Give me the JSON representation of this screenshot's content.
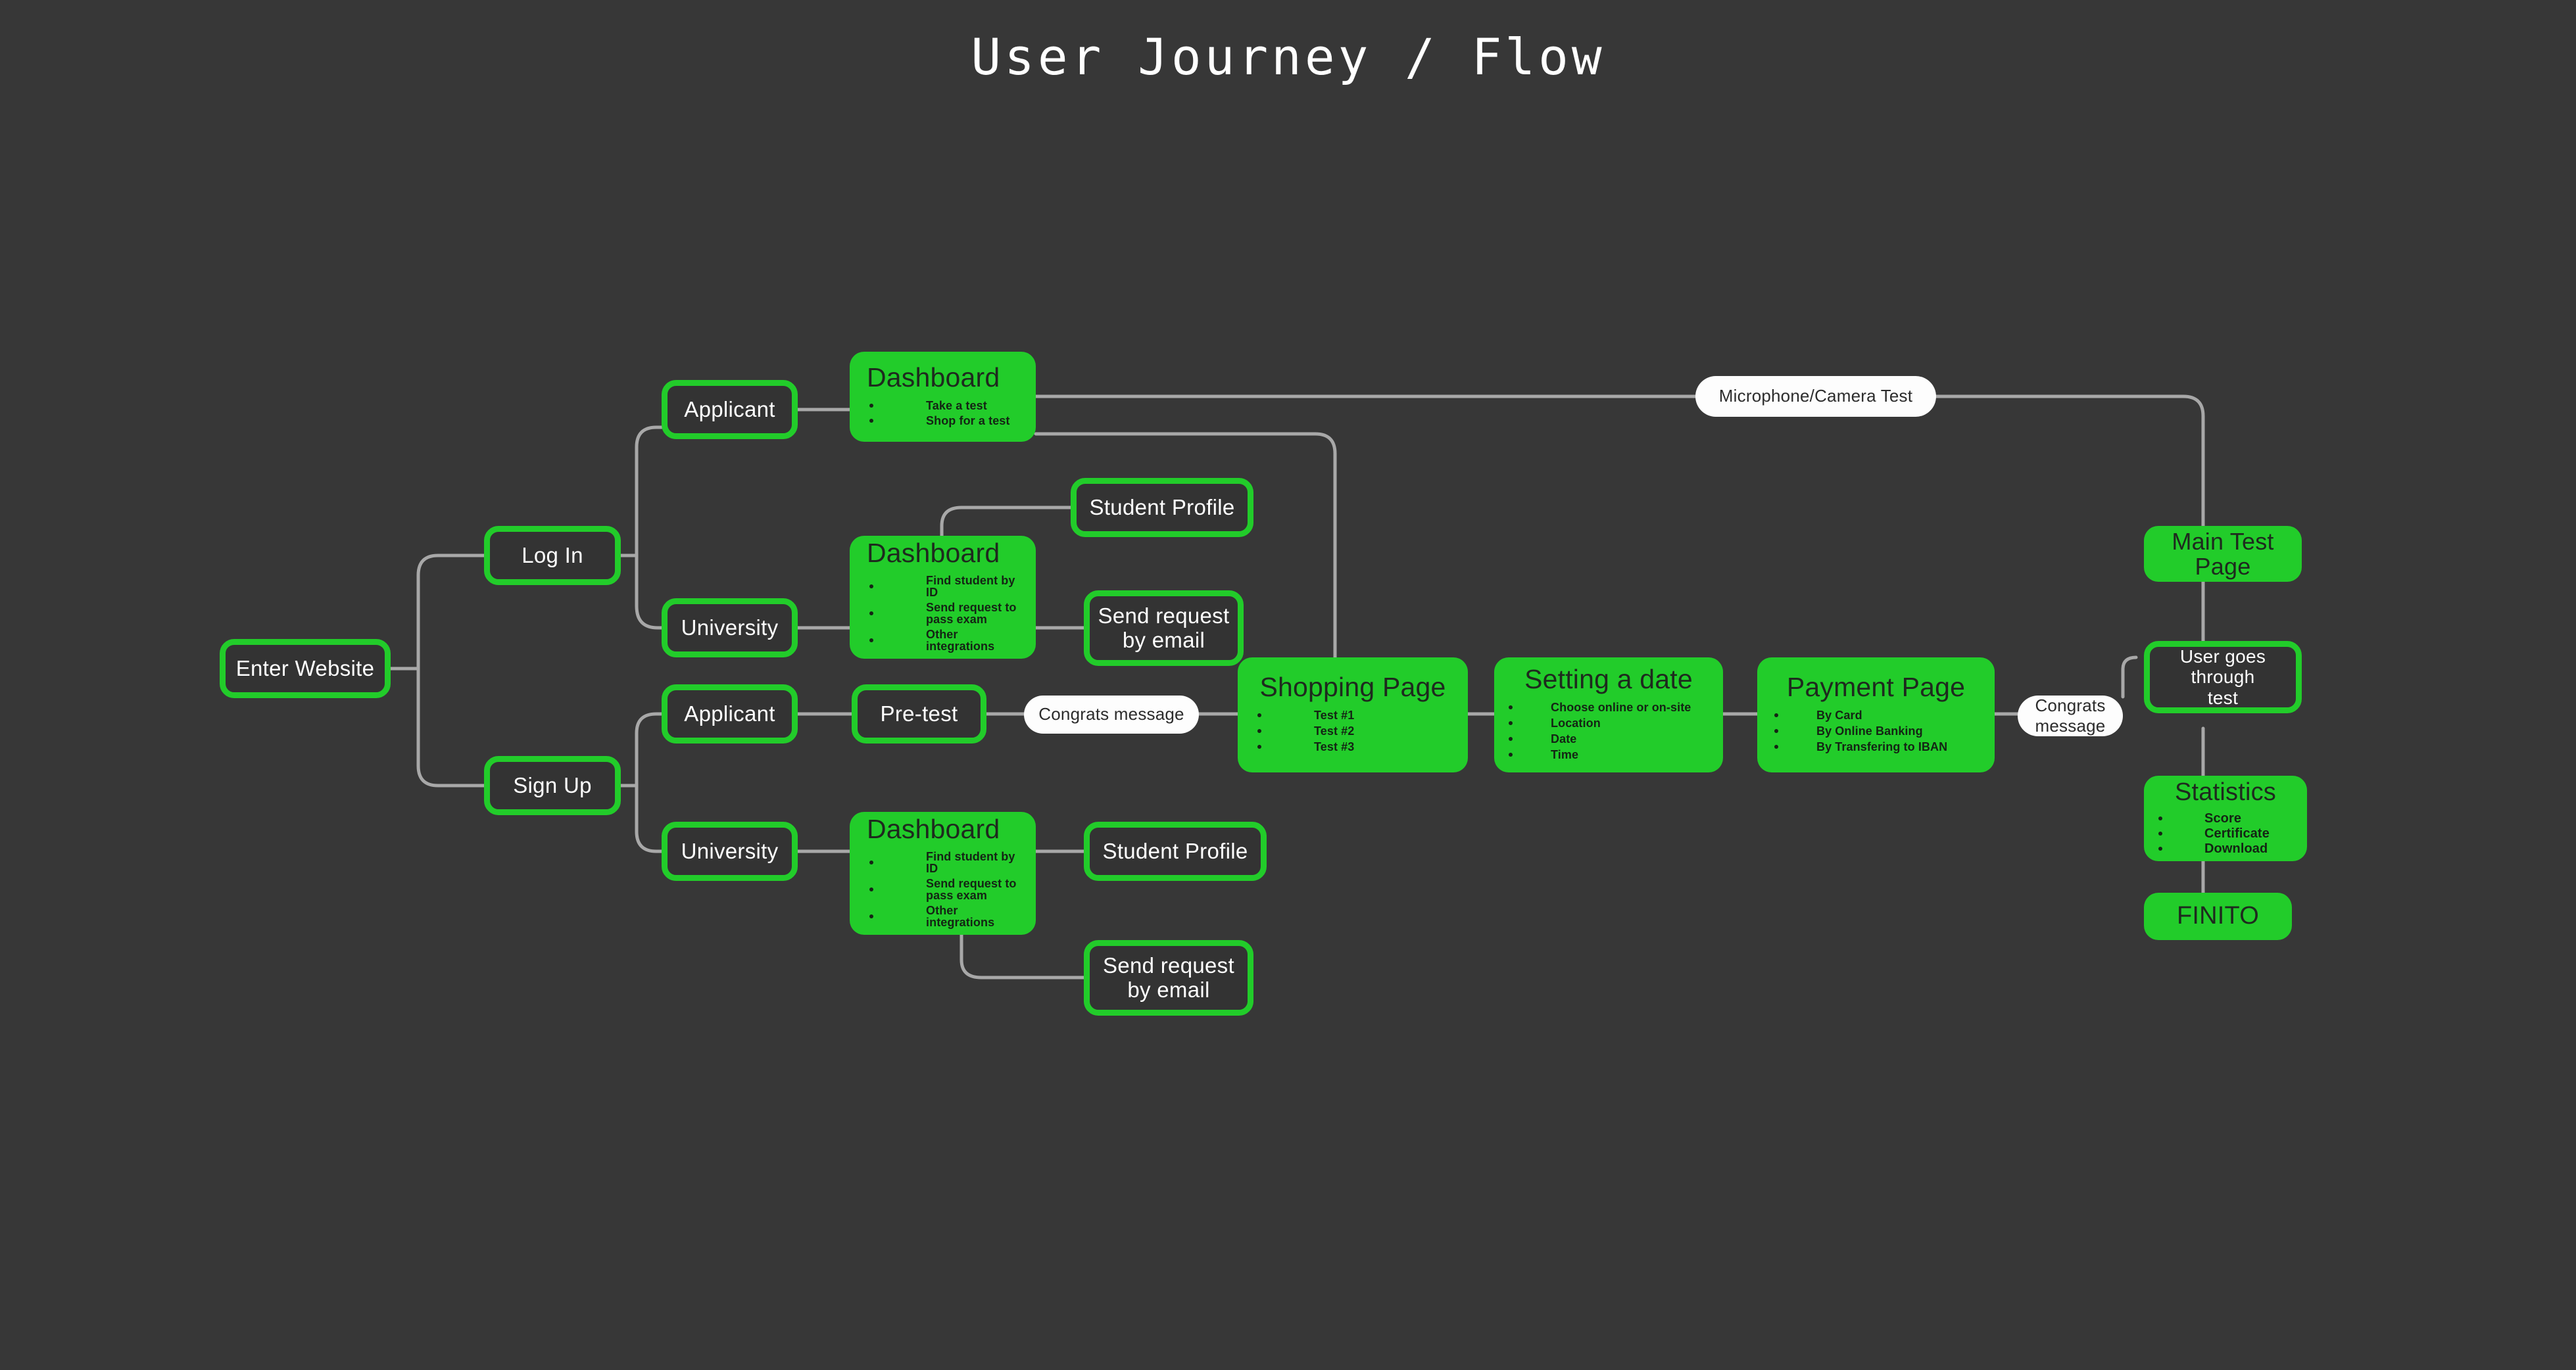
{
  "page": {
    "title": "User Journey / Flow",
    "background_color": "#373737",
    "accent_green": "#22CC2A",
    "edge_color": "#a8a8a8",
    "pill_color": "#fdfdfd"
  },
  "nodes": [
    {
      "id": "enter-website",
      "label": "Enter Website",
      "style": "outline"
    },
    {
      "id": "log-in",
      "label": "Log In",
      "style": "outline"
    },
    {
      "id": "sign-up",
      "label": "Sign Up",
      "style": "outline"
    },
    {
      "id": "applicant-login",
      "label": "Applicant",
      "style": "outline"
    },
    {
      "id": "university-login",
      "label": "University",
      "style": "outline"
    },
    {
      "id": "applicant-signup",
      "label": "Applicant",
      "style": "outline"
    },
    {
      "id": "university-signup",
      "label": "University",
      "style": "outline"
    },
    {
      "id": "dashboard-applicant",
      "label": "Dashboard",
      "style": "filled",
      "items": [
        "Take a test",
        "Shop for a test"
      ]
    },
    {
      "id": "dashboard-university-login",
      "label": "Dashboard",
      "style": "filled",
      "items": [
        "Find student by ID",
        "Send request to pass exam",
        "Other integrations"
      ]
    },
    {
      "id": "dashboard-university-signup",
      "label": "Dashboard",
      "style": "filled",
      "items": [
        "Find student by ID",
        "Send request to pass exam",
        "Other integrations"
      ]
    },
    {
      "id": "student-profile-top",
      "label": "Student Profile",
      "style": "outline"
    },
    {
      "id": "student-profile-bottom",
      "label": "Student Profile",
      "style": "outline"
    },
    {
      "id": "send-request-email-top",
      "label": "Send request\nby email",
      "style": "outline"
    },
    {
      "id": "send-request-email-bottom",
      "label": "Send request\nby email",
      "style": "outline"
    },
    {
      "id": "pre-test",
      "label": "Pre-test",
      "style": "outline"
    },
    {
      "id": "congrats-pretest",
      "label": "Congrats message",
      "style": "pill"
    },
    {
      "id": "shopping-page",
      "label": "Shopping Page",
      "style": "filled",
      "items": [
        "Test #1",
        "Test #2",
        "Test #3"
      ]
    },
    {
      "id": "setting-a-date",
      "label": "Setting a date",
      "style": "filled",
      "items": [
        "Choose online or on-site",
        "Location",
        "Date",
        "Time"
      ]
    },
    {
      "id": "payment-page",
      "label": "Payment Page",
      "style": "filled",
      "items": [
        "By Card",
        "By Online Banking",
        "By Transfering to IBAN"
      ]
    },
    {
      "id": "congrats-payment",
      "label": "Congrats\nmessage",
      "style": "pill"
    },
    {
      "id": "microphone-camera-test",
      "label": "Microphone/Camera Test",
      "style": "pill"
    },
    {
      "id": "main-test-page",
      "label": "Main Test\nPage",
      "style": "filled"
    },
    {
      "id": "user-goes-through-test",
      "label": "User goes\nthrough\ntest",
      "style": "outline"
    },
    {
      "id": "statistics",
      "label": "Statistics",
      "style": "filled",
      "items": [
        "Score",
        "Certificate",
        "Download"
      ]
    },
    {
      "id": "finito",
      "label": "FINITO",
      "style": "filled"
    }
  ]
}
